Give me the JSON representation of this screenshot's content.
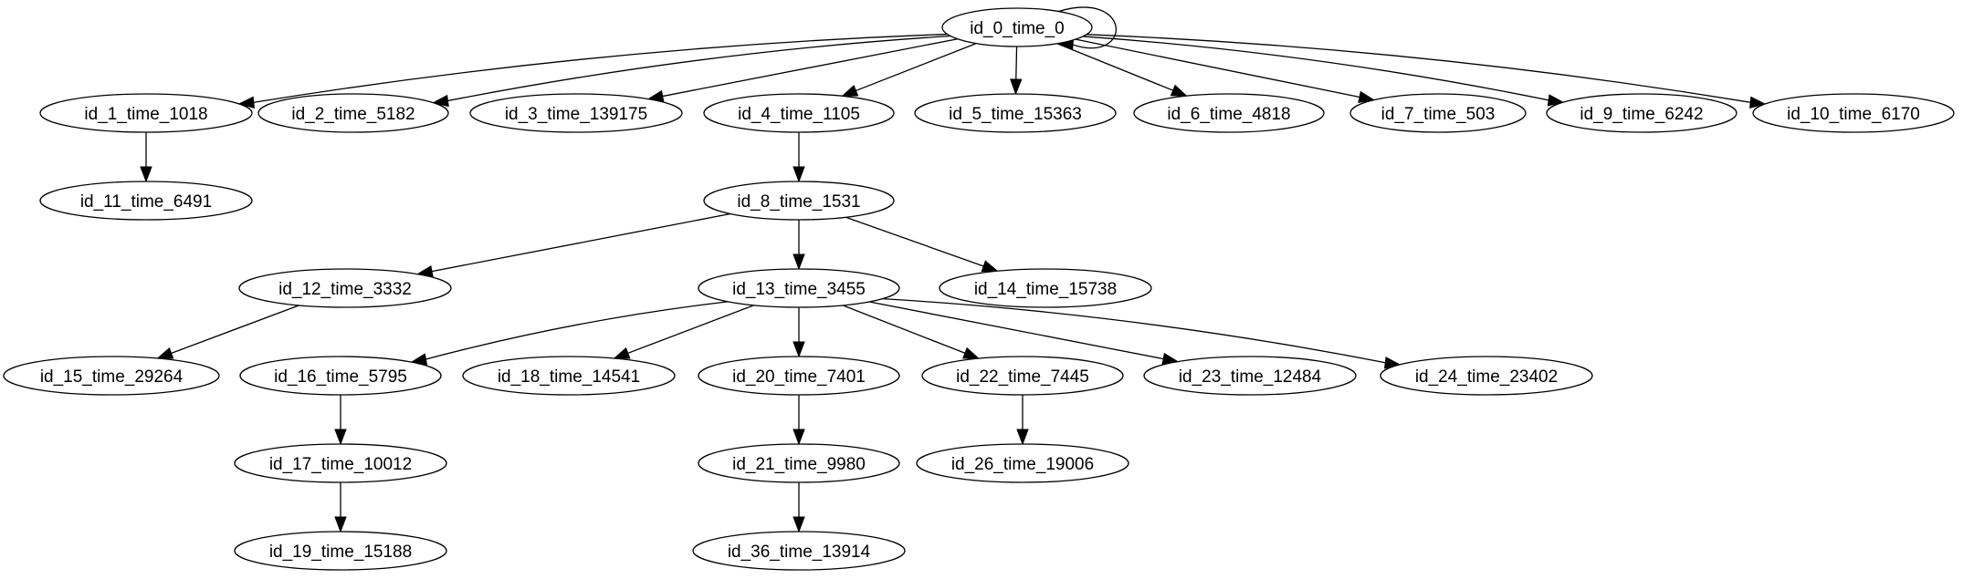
{
  "graph": {
    "nodes": [
      {
        "id": "n0",
        "label": "id_0_time_0"
      },
      {
        "id": "n1",
        "label": "id_1_time_1018"
      },
      {
        "id": "n2",
        "label": "id_2_time_5182"
      },
      {
        "id": "n3",
        "label": "id_3_time_139175"
      },
      {
        "id": "n4",
        "label": "id_4_time_1105"
      },
      {
        "id": "n5",
        "label": "id_5_time_15363"
      },
      {
        "id": "n6",
        "label": "id_6_time_4818"
      },
      {
        "id": "n7",
        "label": "id_7_time_503"
      },
      {
        "id": "n9",
        "label": "id_9_time_6242"
      },
      {
        "id": "n10",
        "label": "id_10_time_6170"
      },
      {
        "id": "n11",
        "label": "id_11_time_6491"
      },
      {
        "id": "n8",
        "label": "id_8_time_1531"
      },
      {
        "id": "n12",
        "label": "id_12_time_3332"
      },
      {
        "id": "n13",
        "label": "id_13_time_3455"
      },
      {
        "id": "n14",
        "label": "id_14_time_15738"
      },
      {
        "id": "n15",
        "label": "id_15_time_29264"
      },
      {
        "id": "n16",
        "label": "id_16_time_5795"
      },
      {
        "id": "n18",
        "label": "id_18_time_14541"
      },
      {
        "id": "n20",
        "label": "id_20_time_7401"
      },
      {
        "id": "n22",
        "label": "id_22_time_7445"
      },
      {
        "id": "n23",
        "label": "id_23_time_12484"
      },
      {
        "id": "n24",
        "label": "id_24_time_23402"
      },
      {
        "id": "n17",
        "label": "id_17_time_10012"
      },
      {
        "id": "n21",
        "label": "id_21_time_9980"
      },
      {
        "id": "n26",
        "label": "id_26_time_19006"
      },
      {
        "id": "n19",
        "label": "id_19_time_15188"
      },
      {
        "id": "n36",
        "label": "id_36_time_13914"
      }
    ],
    "edges": [
      [
        "n0",
        "n0"
      ],
      [
        "n0",
        "n1"
      ],
      [
        "n0",
        "n2"
      ],
      [
        "n0",
        "n3"
      ],
      [
        "n0",
        "n4"
      ],
      [
        "n0",
        "n5"
      ],
      [
        "n0",
        "n6"
      ],
      [
        "n0",
        "n7"
      ],
      [
        "n0",
        "n9"
      ],
      [
        "n0",
        "n10"
      ],
      [
        "n1",
        "n11"
      ],
      [
        "n4",
        "n8"
      ],
      [
        "n8",
        "n12"
      ],
      [
        "n8",
        "n13"
      ],
      [
        "n8",
        "n14"
      ],
      [
        "n12",
        "n15"
      ],
      [
        "n13",
        "n16"
      ],
      [
        "n13",
        "n18"
      ],
      [
        "n13",
        "n20"
      ],
      [
        "n13",
        "n22"
      ],
      [
        "n13",
        "n23"
      ],
      [
        "n13",
        "n24"
      ],
      [
        "n16",
        "n17"
      ],
      [
        "n17",
        "n19"
      ],
      [
        "n20",
        "n21"
      ],
      [
        "n21",
        "n36"
      ],
      [
        "n22",
        "n26"
      ]
    ]
  }
}
